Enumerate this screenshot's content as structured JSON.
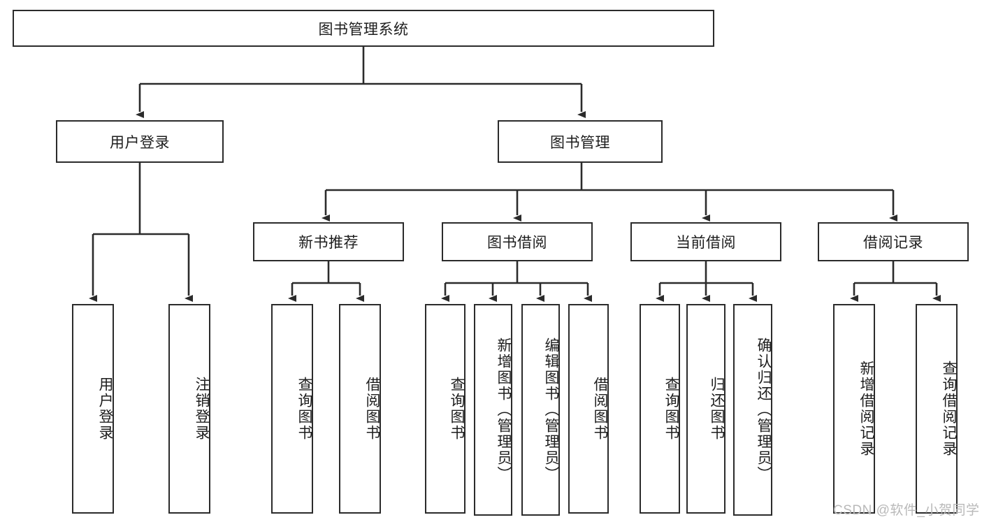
{
  "diagram": {
    "title": "图书管理系统",
    "type": "hierarchy-tree",
    "root": {
      "label": "图书管理系统"
    },
    "level1": [
      {
        "label": "用户登录"
      },
      {
        "label": "图书管理"
      }
    ],
    "level2": [
      {
        "label": "新书推荐",
        "parent": "图书管理"
      },
      {
        "label": "图书借阅",
        "parent": "图书管理"
      },
      {
        "label": "当前借阅",
        "parent": "图书管理"
      },
      {
        "label": "借阅记录",
        "parent": "图书管理"
      }
    ],
    "leaves": {
      "user_login": [
        {
          "label": "用户登录"
        },
        {
          "label": "注销登录"
        }
      ],
      "new_book": [
        {
          "label": "查询图书"
        },
        {
          "label": "借阅图书"
        }
      ],
      "borrow_book": [
        {
          "label": "查询图书"
        },
        {
          "label": "新增图书（管理员）"
        },
        {
          "label": "编辑图书（管理员）"
        },
        {
          "label": "借阅图书"
        }
      ],
      "current_borrow": [
        {
          "label": "查询图书"
        },
        {
          "label": "归还图书"
        },
        {
          "label": "确认归还（管理员）"
        }
      ],
      "borrow_record": [
        {
          "label": "新增借阅记录"
        },
        {
          "label": "查询借阅记录"
        }
      ]
    }
  },
  "watermark": {
    "text": "CSDN @软件_小贺同学"
  },
  "colors": {
    "line": "#2b2b2b",
    "box_fill": "#ffffff",
    "text": "#1d1d1d",
    "watermark": "#b9b9b9"
  }
}
